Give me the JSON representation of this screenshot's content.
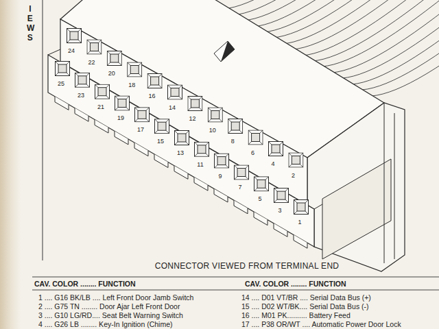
{
  "diagram": {
    "title": "CONNECTOR VIEWED FROM TERMINAL END",
    "labels": [
      "IEWS",
      "24",
      "22",
      "20",
      "18",
      "16",
      "14",
      "12",
      "10",
      "8",
      "6",
      "4",
      "2",
      "25",
      "23",
      "21",
      "19",
      "17",
      "15",
      "13",
      "11",
      "9",
      "7",
      "5",
      "3",
      "1",
      "CAV. COLOR ........ FUNCTION",
      "CAV. COLOR ........ FUNCTION",
      "1 .... G16 BK/LB .... Left Front Door Jamb Switch",
      "2 .... G75 TN ........ Door Ajar Left Front Door",
      "3 .... G10 LG/RD.... Seat Belt Warning Switch",
      "4 .... G26 LB ........ Key-In Ignition (Chime)",
      "14 .... D01 VT/BR .... Serial Data Bus (+)",
      "15 .... D02 WT/BK.... Serial Data Bus (-)",
      "16 .... M01 PK.......... Battery Feed",
      "17 .... P38 OR/WT .... Automatic Power Door Lock"
    ]
  }
}
